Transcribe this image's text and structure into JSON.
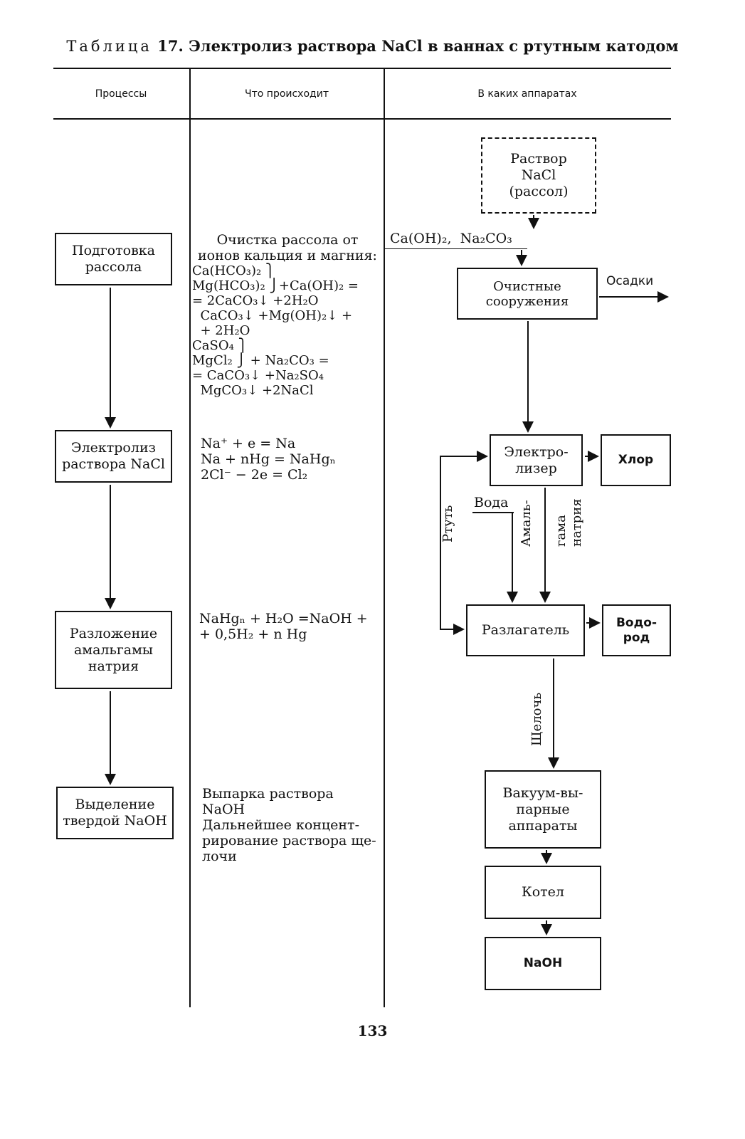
{
  "title": {
    "lead": "Таблица",
    "rest": "17. Электролиз раствора NaCl в ваннах с ртутным катодом"
  },
  "columns": {
    "processes": "Процессы",
    "what": "Что происходит",
    "where": "В каких аппаратах"
  },
  "processes": [
    {
      "label": "Подготовка\nрассола"
    },
    {
      "label": "Электролиз\nраствора NaCl"
    },
    {
      "label": "Разложение\nамальгамы\nнатрия"
    },
    {
      "label": "Выделение\nтвердой NaOH"
    }
  ],
  "reactions": {
    "brine_intro": "Очистка рассола от\nионов кальция и магния:",
    "brine_eq": "Ca(HCO₃)₂ ⎫\nMg(HCO₃)₂ ⎭+Ca(OH)₂ =\n= 2CaCO₃↓ +2H₂O\n  CaCO₃↓ +Mg(OH)₂↓ +\n  + 2H₂O\nCaSO₄ ⎫\nMgCl₂ ⎭ + Na₂CO₃ =\n= CaCO₃↓ +Na₂SO₄\n  MgCO₃↓ +2NaCl",
    "electrolysis": "Na⁺ + e = Na\nNa + nHg = NaHgₙ\n2Cl⁻ − 2e = Cl₂",
    "decomposition": "NaHgₙ + H₂O =NaOH +\n+ 0,5H₂ + n Hg",
    "evaporation": "Выпарка раствора\nNaOH\nДальнейшее концент-\nрирование раствора ще-\nлочи"
  },
  "apparatus": {
    "brine": "Раствор\nNaCl\n(рассол)",
    "reagents": "Ca(OH)₂,  Na₂CO₃",
    "purification": "Очистные\nсооружения",
    "sediments": "Осадки",
    "electrolyzer": "Электро-\nлизер",
    "chlorine": "Хлор",
    "mercury": "Ртуть",
    "water": "Вода",
    "amalgam_1": "Амаль-",
    "amalgam_2": "гама\nнатрия",
    "decomposer": "Разлагатель",
    "hydrogen": "Водо-\nрод",
    "alkali": "Щелочь",
    "evaporators": "Вакуум-вы-\nпарные\nаппараты",
    "boiler": "Котел",
    "naoh": "NaOH"
  },
  "page_number": "133"
}
